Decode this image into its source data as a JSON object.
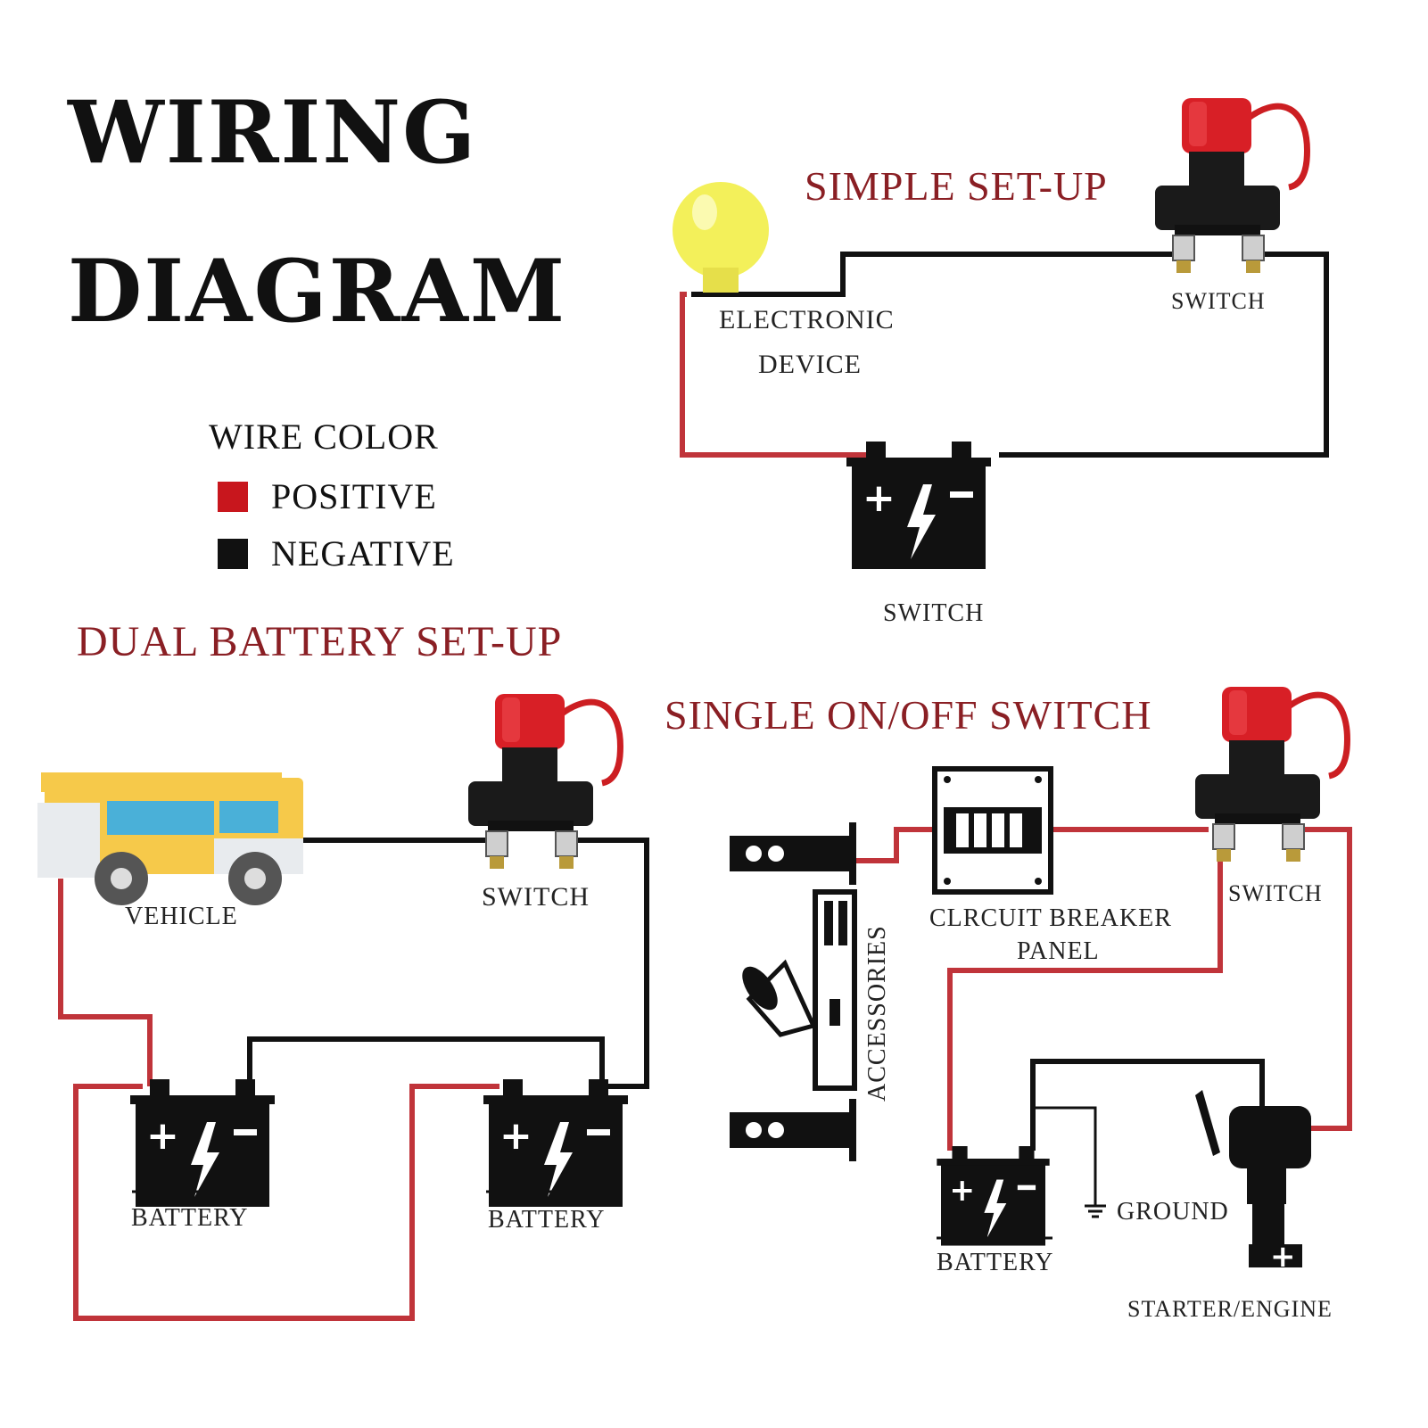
{
  "title": {
    "line1": "WIRING",
    "line2": "DIAGRAM"
  },
  "legend": {
    "heading": "WIRE COLOR",
    "positive": "POSITIVE",
    "negative": "NEGATIVE"
  },
  "simple_setup": {
    "heading": "SIMPLE SET-UP",
    "device_line1": "ELECTRONIC",
    "device_line2": "DEVICE",
    "switch": "SWITCH",
    "battery": "SWITCH"
  },
  "dual_setup": {
    "heading": "DUAL BATTERY  SET-UP",
    "vehicle": "VEHICLE",
    "switch": "SWITCH",
    "battery1": "BATTERY",
    "battery2": "BATTERY"
  },
  "single_switch": {
    "heading": "SINGLE ON/OFF  SWITCH",
    "breaker_line1": "CLRCUIT BREAKER",
    "breaker_line2": "PANEL",
    "switch": "SWITCH",
    "accessories": "ACCESSORIES",
    "battery": "BATTERY",
    "ground": "GROUND",
    "engine": "STARTER/ENGINE"
  },
  "colors": {
    "positive": "#c8161d",
    "negative": "#111111",
    "wire_red": "#c0343a",
    "heading": "#8a1f24",
    "bulb": "#f3f05a",
    "vehicle": "#f6c94a"
  }
}
